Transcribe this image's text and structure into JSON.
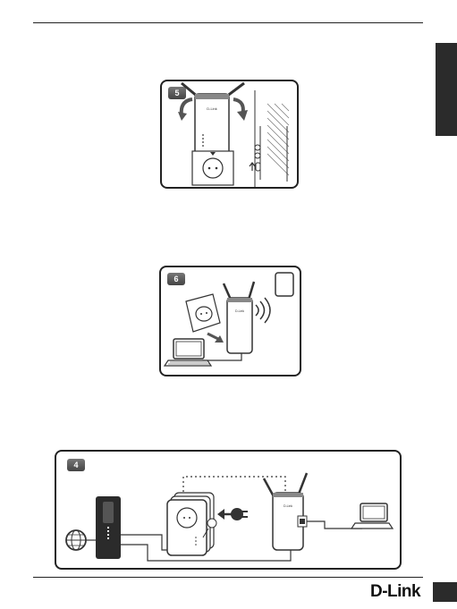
{
  "figures": [
    {
      "step": "5",
      "device_label": "D-Link"
    },
    {
      "step": "6",
      "device_label": "D-Link"
    },
    {
      "step": "4",
      "device_label": "D-Link"
    }
  ],
  "footer": {
    "brand": "D-Link"
  }
}
